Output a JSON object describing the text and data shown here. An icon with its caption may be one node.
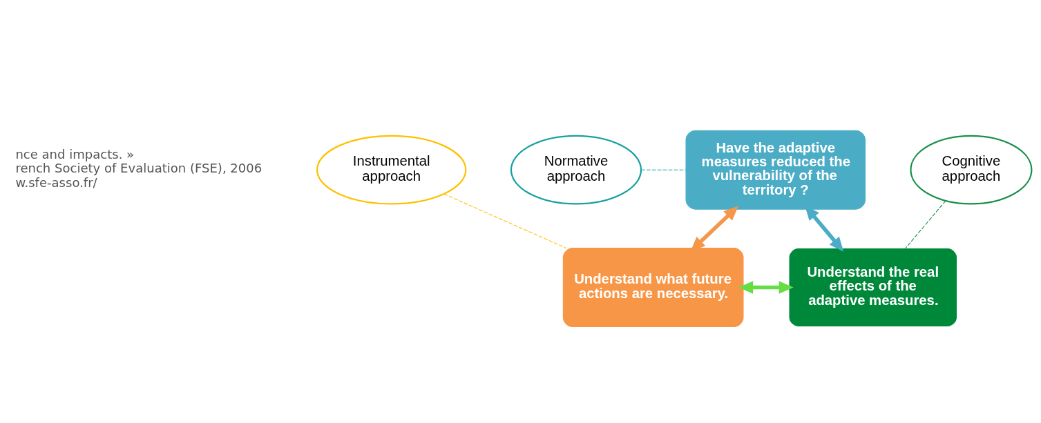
{
  "diagram": {
    "nodes": [
      {
        "text": [
          "Have the adaptive measures reduced the vulnerability of the territory ?"
        ]
      },
      {
        "text": [
          "Understand what future actions are necessary."
        ]
      },
      {
        "text": [
          "Understand the real effects of the adaptive measures."
        ]
      },
      {
        "text": [
          "Normative approach"
        ]
      },
      {
        "text": [
          "Instrumental approach"
        ]
      },
      {
        "text": [
          "Cognitive approach"
        ]
      }
    ],
    "edges": [
      {
        "from": 1,
        "to": 0,
        "arrow": "both",
        "style": "thick",
        "color": "#f4974a"
      },
      {
        "from": 0,
        "to": 2,
        "arrow": "both",
        "style": "thick",
        "color": "#4bacc6"
      },
      {
        "from": 1,
        "to": 2,
        "arrow": "both",
        "style": "thick",
        "color": "#66dd44"
      },
      {
        "from": 3,
        "to": 0,
        "arrow": "none",
        "style": "dashed",
        "color": "#16a0a0"
      },
      {
        "from": 4,
        "to": 1,
        "arrow": "none",
        "style": "dashed",
        "color": "#ffc000"
      },
      {
        "from": 5,
        "to": 2,
        "arrow": "none",
        "style": "dashed",
        "color": "#1a8f4a"
      }
    ],
    "labels": [
      "nce and impacts. »",
      "rench Society of Evaluation (FSE), 2006",
      "w.sfe-asso.fr/"
    ]
  }
}
